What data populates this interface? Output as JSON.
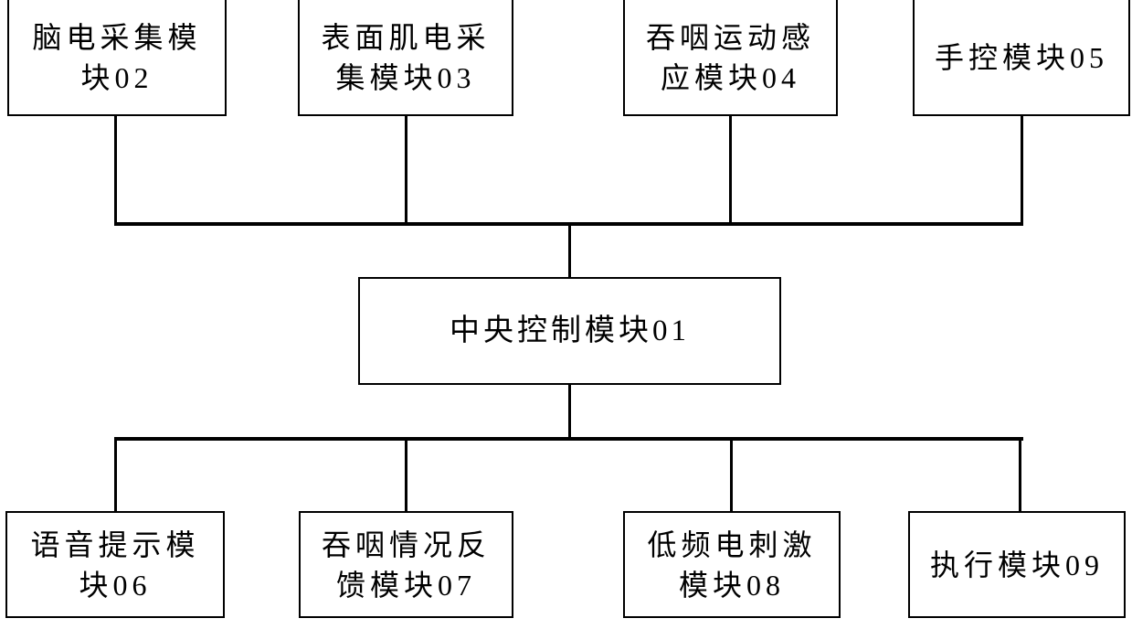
{
  "diagram": {
    "type": "block-diagram",
    "language": "zh-CN",
    "colors": {
      "background": "#ffffff",
      "line": "#000000",
      "text": "#000000",
      "box_fill": "#ffffff"
    },
    "nodes": {
      "n01": {
        "id": "01",
        "label": "中央控制模块01",
        "lines": [
          "中央控制模块01"
        ]
      },
      "n02": {
        "id": "02",
        "label": "脑电采集模块02",
        "lines": [
          "脑电采集模",
          "块02"
        ]
      },
      "n03": {
        "id": "03",
        "label": "表面肌电采集模块03",
        "lines": [
          "表面肌电采",
          "集模块03"
        ]
      },
      "n04": {
        "id": "04",
        "label": "吞咽运动感应模块04",
        "lines": [
          "吞咽运动感",
          "应模块04"
        ]
      },
      "n05": {
        "id": "05",
        "label": "手控模块05",
        "lines": [
          "手控模块05"
        ]
      },
      "n06": {
        "id": "06",
        "label": "语音提示模块06",
        "lines": [
          "语音提示模",
          "块06"
        ]
      },
      "n07": {
        "id": "07",
        "label": "吞咽情况反馈模块07",
        "lines": [
          "吞咽情况反",
          "馈模块07"
        ]
      },
      "n08": {
        "id": "08",
        "label": "低频电刺激模块08",
        "lines": [
          "低频电刺激",
          "模块08"
        ]
      },
      "n09": {
        "id": "09",
        "label": "执行模块09",
        "lines": [
          "执行模块09"
        ]
      }
    },
    "edges": [
      {
        "from": "02",
        "to": "01"
      },
      {
        "from": "03",
        "to": "01"
      },
      {
        "from": "04",
        "to": "01"
      },
      {
        "from": "05",
        "to": "01"
      },
      {
        "from": "01",
        "to": "06"
      },
      {
        "from": "01",
        "to": "07"
      },
      {
        "from": "01",
        "to": "08"
      },
      {
        "from": "01",
        "to": "09"
      }
    ]
  }
}
